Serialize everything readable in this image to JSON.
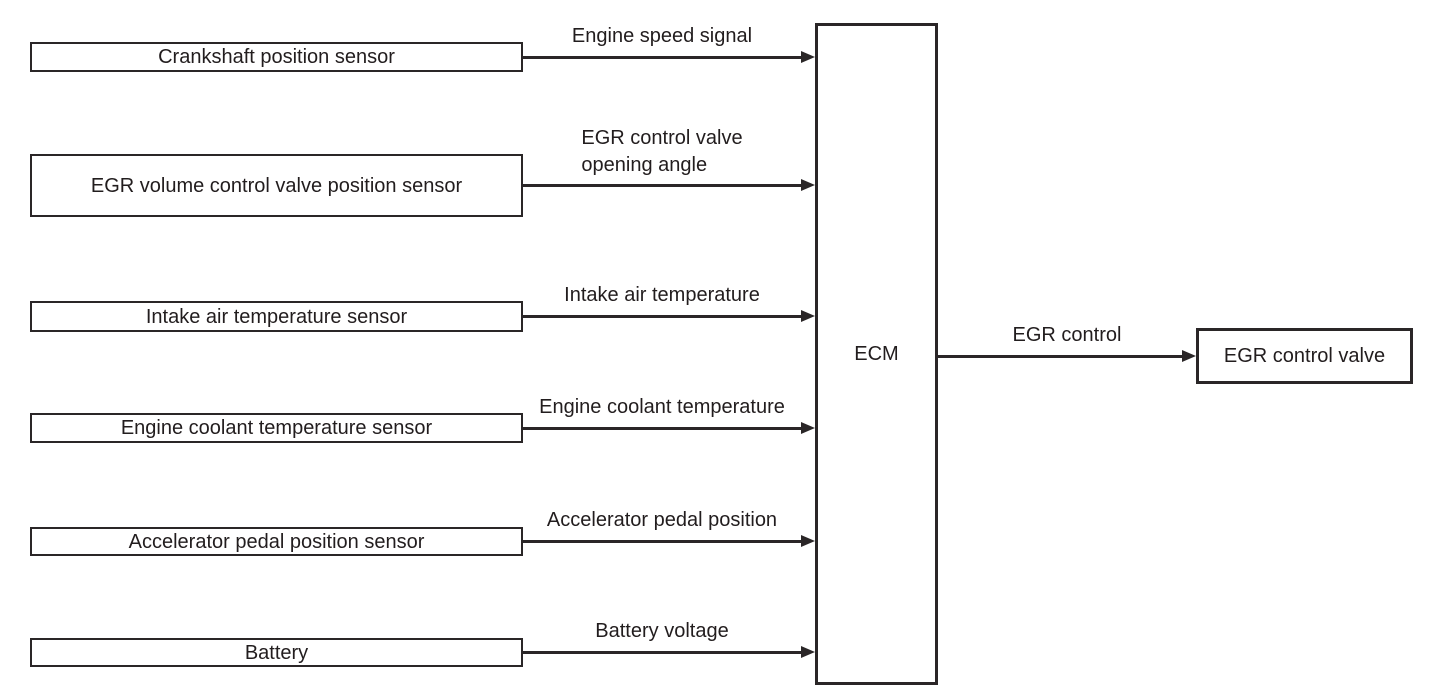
{
  "diagram": {
    "type": "block-diagram",
    "colors": {
      "line": "#2a2627",
      "text": "#221d1e",
      "background": "#ffffff"
    }
  },
  "inputs": [
    {
      "box": "Crankshaft position sensor",
      "signal": "Engine speed signal"
    },
    {
      "box": "EGR volume control valve position sensor",
      "signal": "EGR control valve\nopening angle"
    },
    {
      "box": "Intake air temperature sensor",
      "signal": "Intake air temperature"
    },
    {
      "box": "Engine coolant temperature sensor",
      "signal": "Engine coolant temperature"
    },
    {
      "box": "Accelerator pedal position sensor",
      "signal": "Accelerator pedal position"
    },
    {
      "box": "Battery",
      "signal": "Battery voltage"
    }
  ],
  "ecm": {
    "label": "ECM"
  },
  "output": {
    "signal": "EGR control",
    "box": "EGR control valve"
  }
}
